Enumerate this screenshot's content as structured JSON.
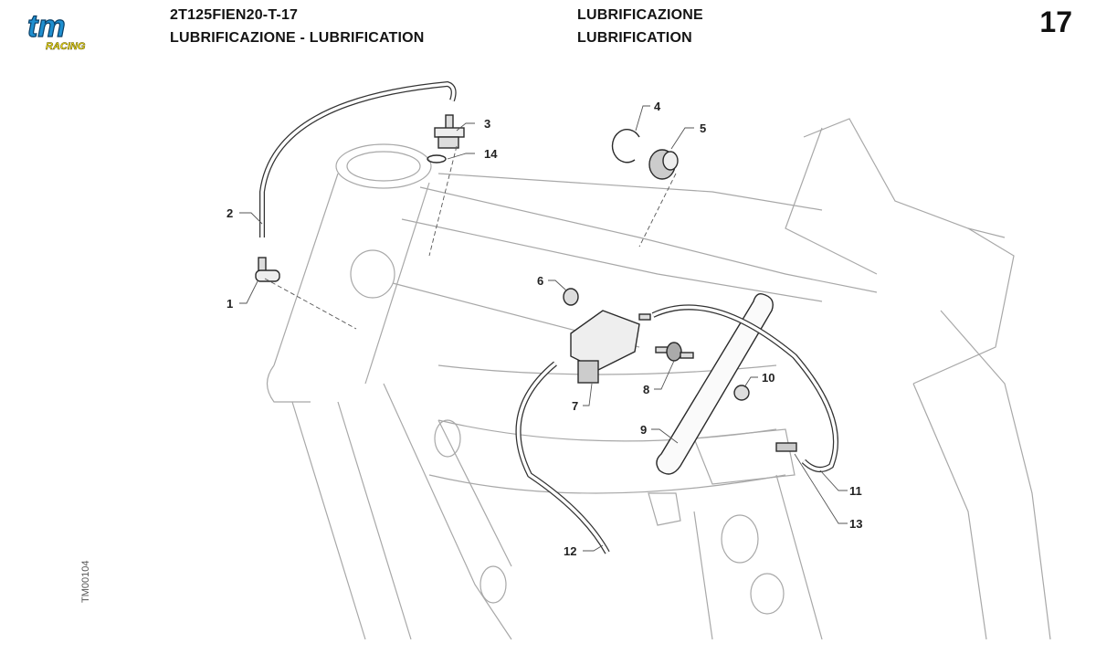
{
  "header": {
    "brand_logo": "tm-racing-logo",
    "logo_text_main": "tm",
    "logo_text_sub": "RACING",
    "document_code": "2T125FIEN20-T-17",
    "title_bilingual": "LUBRIFICAZIONE - LUBRIFICATION",
    "title_italian": "LUBRIFICAZIONE",
    "title_english": "LUBRIFICATION",
    "page_number": "17"
  },
  "diagram": {
    "subject": "frame-lubrication-parts",
    "callouts": [
      "1",
      "2",
      "3",
      "4",
      "5",
      "6",
      "7",
      "8",
      "9",
      "10",
      "11",
      "12",
      "13",
      "14"
    ],
    "reference_code": "TM00104"
  },
  "colors": {
    "logo_blue": "#1e8fd0",
    "logo_yellow": "#f2e01a",
    "line_light": "#9a9a9a",
    "line_dark": "#2a2a2a"
  }
}
